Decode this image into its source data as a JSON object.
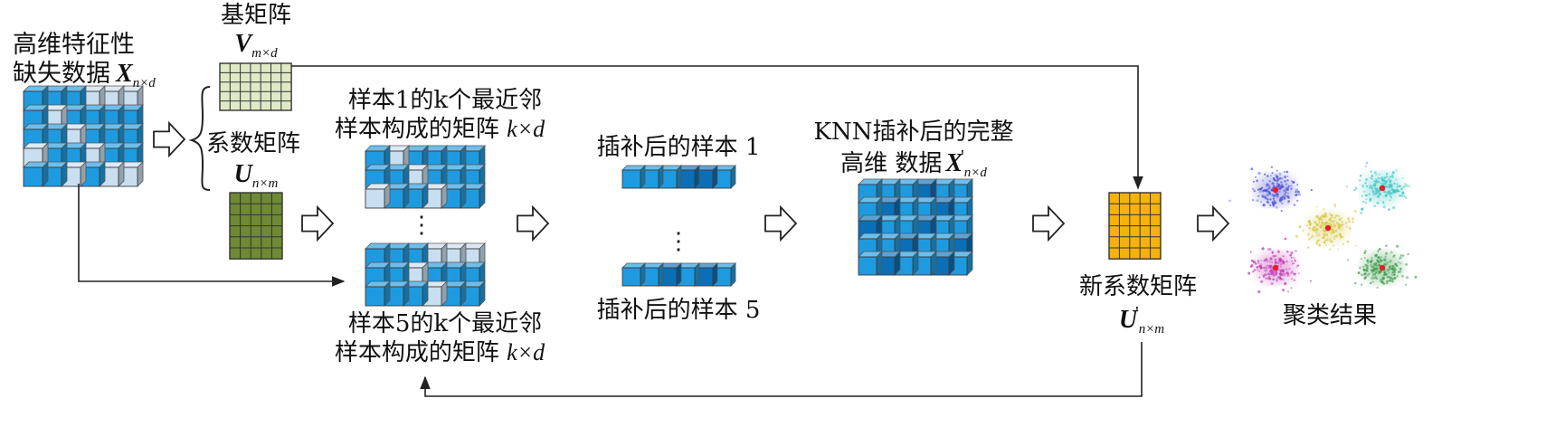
{
  "labels": {
    "input_line1": "高维特征性",
    "input_line2": "缺失数据",
    "input_symbol": "X",
    "input_sub": "n×d",
    "basis_title": "基矩阵",
    "basis_symbol": "V",
    "basis_sub": "m×d",
    "coef_title": "系数矩阵",
    "coef_symbol": "U",
    "coef_sub": "n×m",
    "nn1_line1": "样本1的k个最近邻",
    "nn1_line2": "样本构成的矩阵",
    "nn5_line1": "样本5的k个最近邻",
    "nn5_line2": "样本构成的矩阵",
    "nn_dim": "k×d",
    "imp1": "插补后的样本 1",
    "imp5": "插补后的样本 5",
    "knn_line1": "KNN插补后的完整",
    "knn_line2": "高维 数据",
    "knn_symbol": "X",
    "knn_prime": "'",
    "knn_sub": "n×d",
    "newcoef_title": "新系数矩阵",
    "newcoef_symbol": "U",
    "newcoef_prime": "'",
    "newcoef_sub": "n×m",
    "cluster_title": "聚类结果",
    "dots": "⋮"
  },
  "colors": {
    "cube_blue": "#1e9be0",
    "cube_dark": "#0b6fb8",
    "cube_light": "#c9dff0",
    "basis_fill": "#dfe9c6",
    "coef_fill": "#6f8a33",
    "newcoef_fill": "#f5b20a",
    "arrow": "#222222",
    "cluster_blue": "#4b4fd6",
    "cluster_cyan": "#3ec6c2",
    "cluster_yellow": "#d7c84a",
    "cluster_magenta": "#c43fb5",
    "cluster_green": "#3b9a4a",
    "cluster_center": "#e0202a"
  }
}
